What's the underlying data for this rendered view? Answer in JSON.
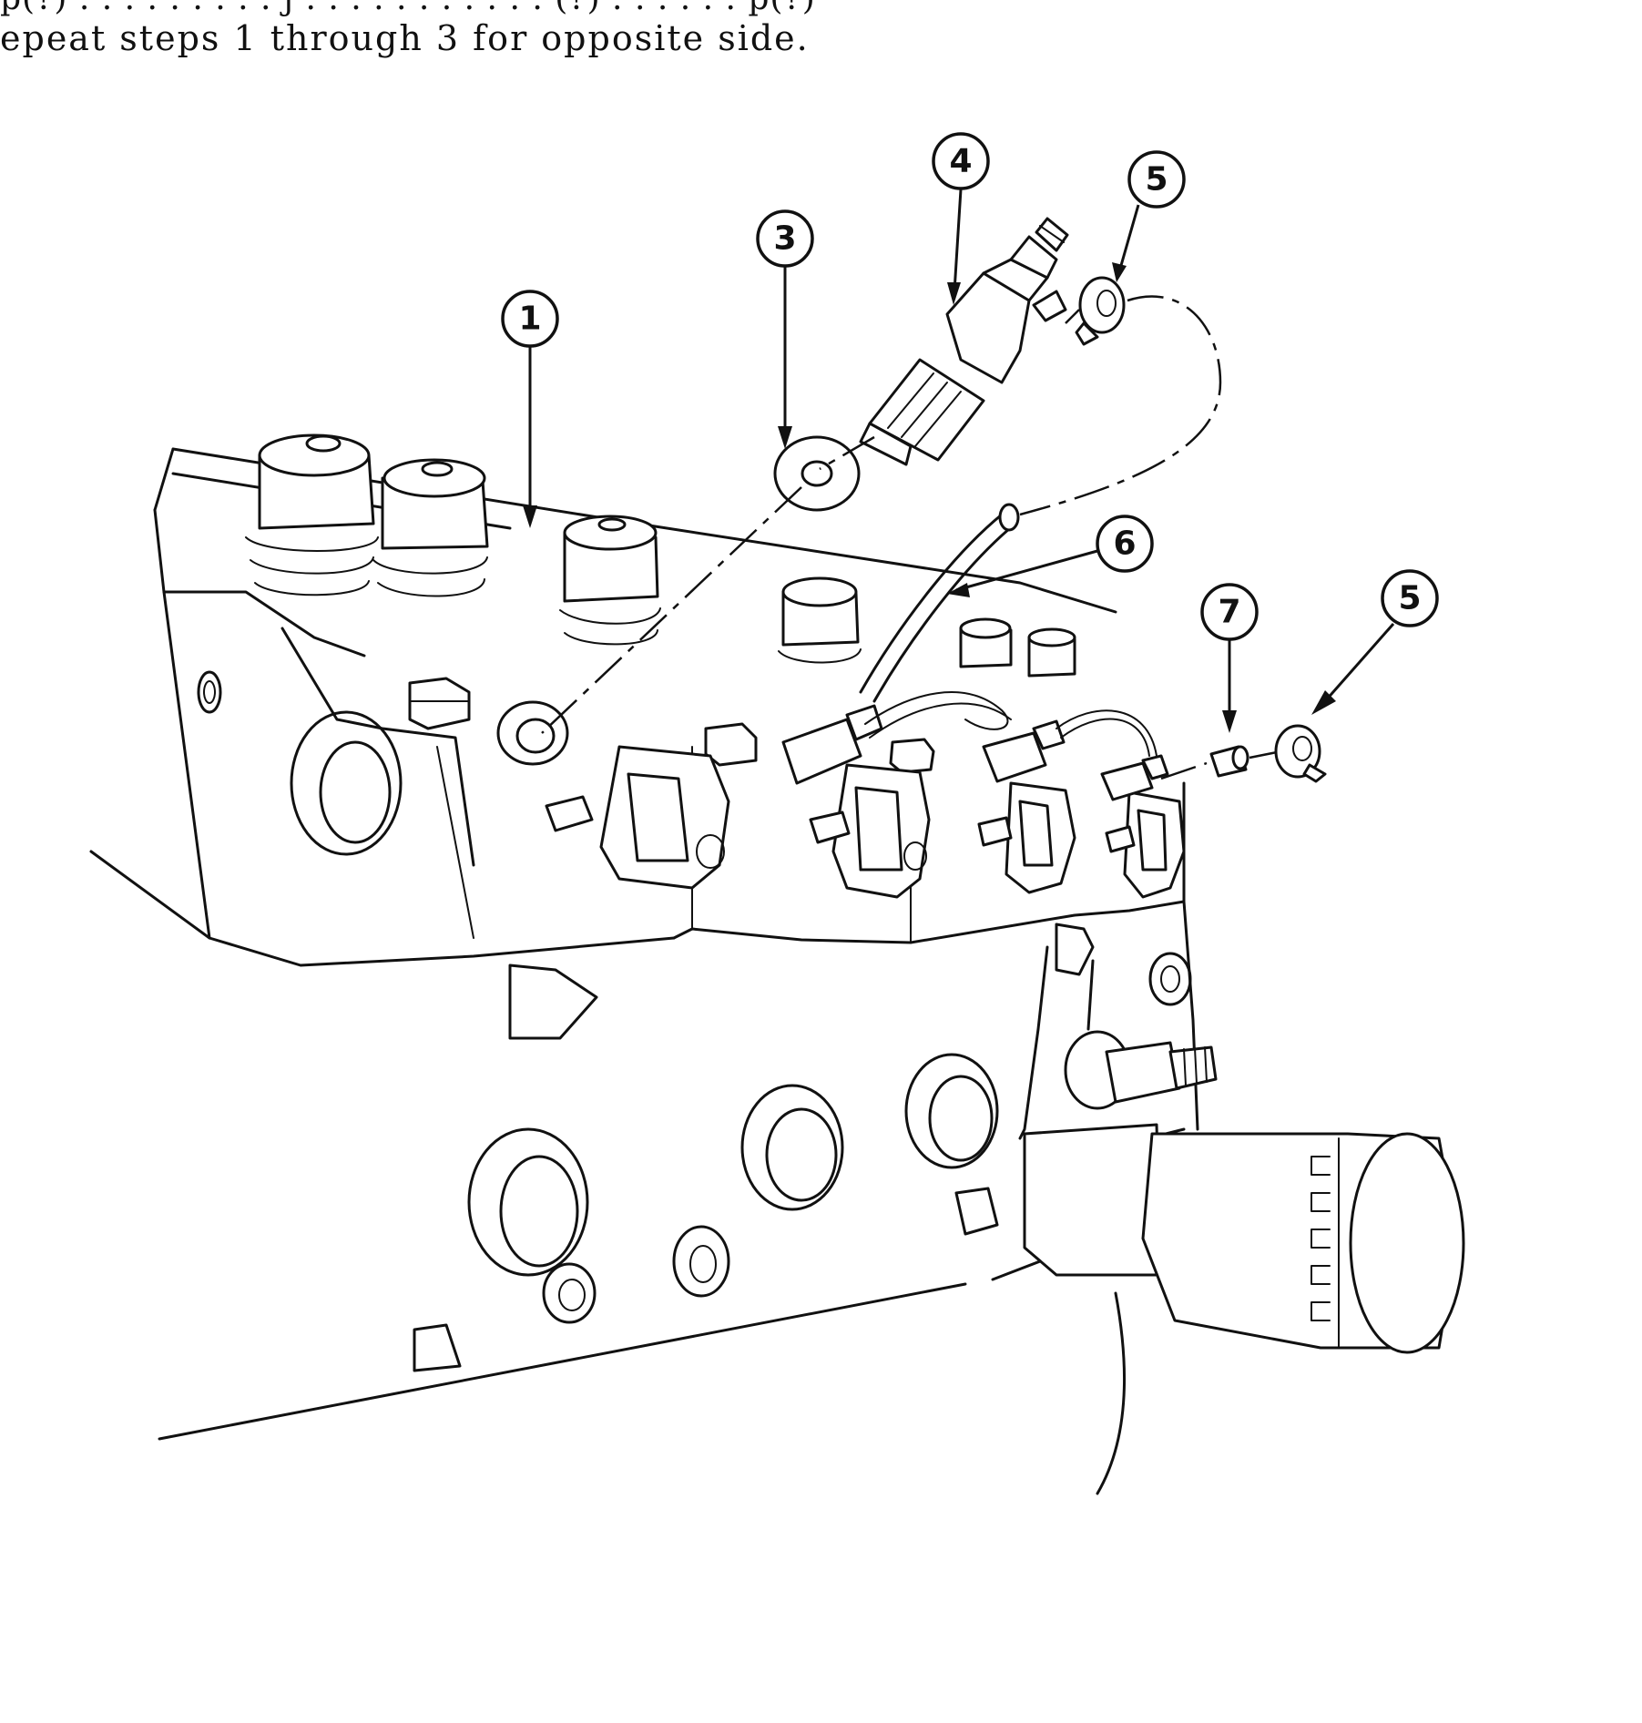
{
  "instructions": {
    "truncated_line": "p(?) . . . . . . . . . j . . . . . . . . . . . (?) . . . . . . p(?)",
    "step_text": "epeat steps 1 through 3 for opposite side."
  },
  "callouts": [
    {
      "id": "c1",
      "label": "1"
    },
    {
      "id": "c3",
      "label": "3"
    },
    {
      "id": "c4",
      "label": "4"
    },
    {
      "id": "c5a",
      "label": "5"
    },
    {
      "id": "c6",
      "label": "6"
    },
    {
      "id": "c7",
      "label": "7"
    },
    {
      "id": "c5b",
      "label": "5"
    }
  ]
}
